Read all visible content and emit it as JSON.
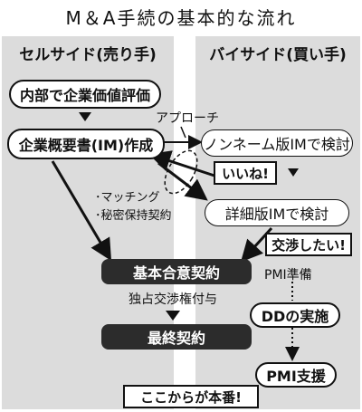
{
  "title": "M＆A手続の基本的な流れ",
  "columns": {
    "sell_side": "セルサイド(売り手)",
    "buy_side": "バイサイド(買い手)"
  },
  "sell_steps": {
    "internal_valuation": "内部で企業価値評価",
    "im_creation": "企業概要書(IM)作成"
  },
  "buy_steps": {
    "noname_im_review": "ノンネーム版IMで検討",
    "detailed_im_review": "詳細版IMで検討",
    "pmi_prep": "PMI準備",
    "dd_execution": "DDの実施",
    "pmi_support": "PMI支援"
  },
  "shared_steps": {
    "basic_agreement": "基本合意契約",
    "exclusive_negotiation": "独占交渉権付与",
    "final_contract": "最終契約"
  },
  "annotations": {
    "approach": "アプローチ",
    "matching": "･マッチング",
    "nda": "･秘密保持契約"
  },
  "bubbles": {
    "like": "いいね!",
    "want_to_negotiate": "交渉したい!",
    "starts_here": "ここからが本番!"
  }
}
